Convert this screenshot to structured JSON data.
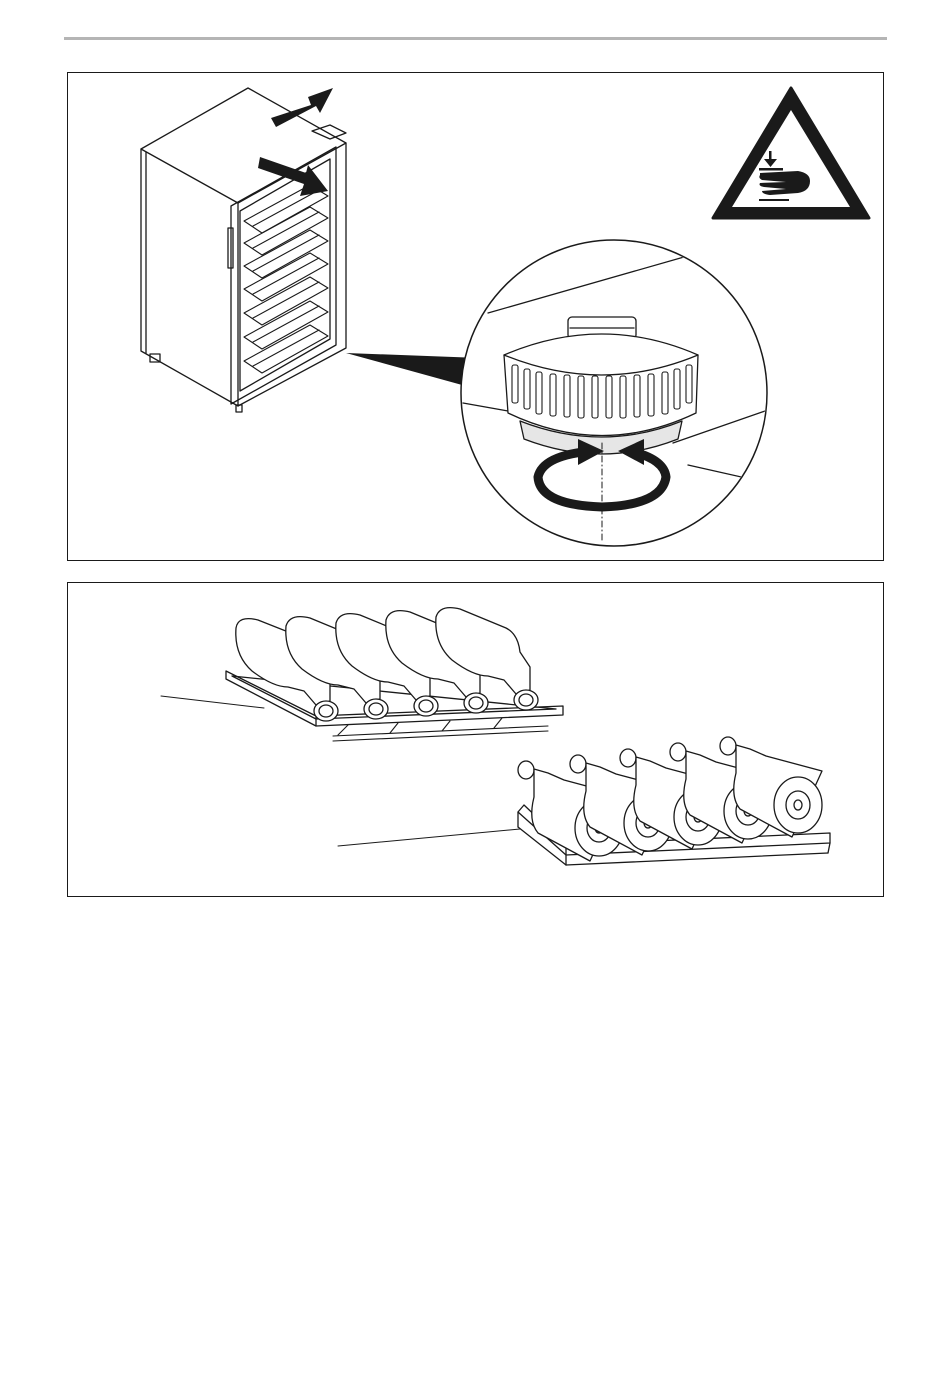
{
  "document": {
    "figures": [
      {
        "name": "cabinet-levelling-foot",
        "icons": [
          "warning-hand-crush-icon",
          "arrow-icon",
          "rotate-arrow-icon"
        ],
        "colors": {
          "line": "#1a1a1a",
          "warning_fill": "#1a1a1a",
          "foot_shade": "#e6e6e6"
        }
      },
      {
        "name": "bottle-shelves",
        "shelves": [
          {
            "bottle_orientation": "necks-toward-viewer",
            "bottle_count": 5
          },
          {
            "bottle_orientation": "bases-toward-viewer",
            "bottle_count": 5
          }
        ]
      }
    ]
  }
}
